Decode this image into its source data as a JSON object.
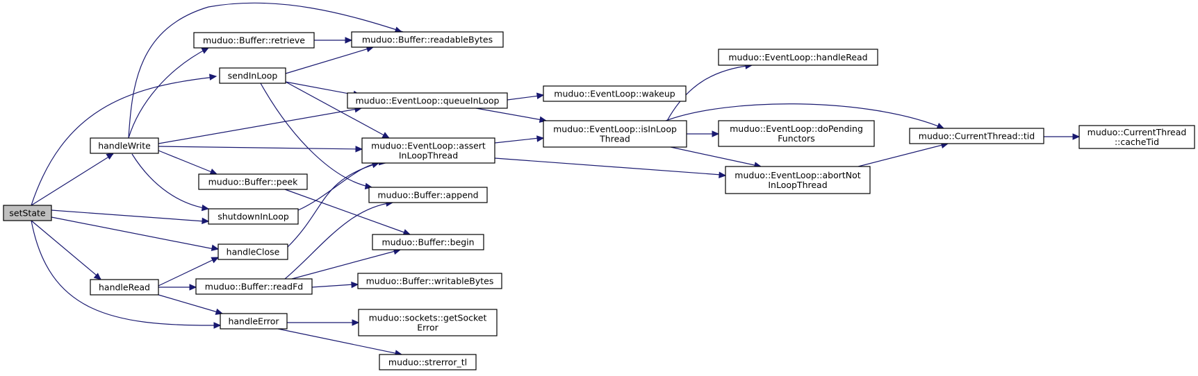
{
  "graph": {
    "nodes": [
      {
        "id": "setState",
        "lines": [
          "setState"
        ],
        "root": true
      },
      {
        "id": "handleWrite",
        "lines": [
          "handleWrite"
        ]
      },
      {
        "id": "handleRead",
        "lines": [
          "handleRead"
        ]
      },
      {
        "id": "retrieve",
        "lines": [
          "muduo::Buffer::retrieve"
        ]
      },
      {
        "id": "readableBytes",
        "lines": [
          "muduo::Buffer::readableBytes"
        ]
      },
      {
        "id": "sendInLoop",
        "lines": [
          "sendInLoop"
        ]
      },
      {
        "id": "queueInLoop",
        "lines": [
          "muduo::EventLoop::queueInLoop"
        ]
      },
      {
        "id": "wakeup",
        "lines": [
          "muduo::EventLoop::wakeup"
        ]
      },
      {
        "id": "handleReadEL",
        "lines": [
          "muduo::EventLoop::handleRead"
        ]
      },
      {
        "id": "assertInLoopThread",
        "lines": [
          "muduo::EventLoop::assert",
          "InLoopThread"
        ]
      },
      {
        "id": "isInLoopThread",
        "lines": [
          "muduo::EventLoop::isInLoop",
          "Thread"
        ]
      },
      {
        "id": "doPendingFunctors",
        "lines": [
          "muduo::EventLoop::doPending",
          "Functors"
        ]
      },
      {
        "id": "tid",
        "lines": [
          "muduo::CurrentThread::tid"
        ]
      },
      {
        "id": "cacheTid",
        "lines": [
          "muduo::CurrentThread",
          "::cacheTid"
        ]
      },
      {
        "id": "abortNotInLoopThread",
        "lines": [
          "muduo::EventLoop::abortNot",
          "InLoopThread"
        ]
      },
      {
        "id": "peek",
        "lines": [
          "muduo::Buffer::peek"
        ]
      },
      {
        "id": "append",
        "lines": [
          "muduo::Buffer::append"
        ]
      },
      {
        "id": "shutdownInLoop",
        "lines": [
          "shutdownInLoop"
        ]
      },
      {
        "id": "handleClose",
        "lines": [
          "handleClose"
        ]
      },
      {
        "id": "begin",
        "lines": [
          "muduo::Buffer::begin"
        ]
      },
      {
        "id": "readFd",
        "lines": [
          "muduo::Buffer::readFd"
        ]
      },
      {
        "id": "writableBytes",
        "lines": [
          "muduo::Buffer::writableBytes"
        ]
      },
      {
        "id": "handleError",
        "lines": [
          "handleError"
        ]
      },
      {
        "id": "getSocketError",
        "lines": [
          "muduo::sockets::getSocket",
          "Error"
        ]
      },
      {
        "id": "strerror_tl",
        "lines": [
          "muduo::strerror_tl"
        ]
      }
    ],
    "edges": [
      {
        "from": "setState",
        "to": "handleWrite"
      },
      {
        "from": "setState",
        "to": "sendInLoop"
      },
      {
        "from": "setState",
        "to": "shutdownInLoop"
      },
      {
        "from": "setState",
        "to": "handleClose"
      },
      {
        "from": "setState",
        "to": "handleRead"
      },
      {
        "from": "setState",
        "to": "handleError"
      },
      {
        "from": "handleWrite",
        "to": "readableBytes"
      },
      {
        "from": "handleWrite",
        "to": "retrieve"
      },
      {
        "from": "handleWrite",
        "to": "queueInLoop"
      },
      {
        "from": "handleWrite",
        "to": "assertInLoopThread"
      },
      {
        "from": "handleWrite",
        "to": "peek"
      },
      {
        "from": "handleWrite",
        "to": "shutdownInLoop"
      },
      {
        "from": "retrieve",
        "to": "readableBytes"
      },
      {
        "from": "sendInLoop",
        "to": "readableBytes"
      },
      {
        "from": "sendInLoop",
        "to": "queueInLoop"
      },
      {
        "from": "sendInLoop",
        "to": "assertInLoopThread"
      },
      {
        "from": "sendInLoop",
        "to": "append"
      },
      {
        "from": "queueInLoop",
        "to": "wakeup"
      },
      {
        "from": "queueInLoop",
        "to": "isInLoopThread"
      },
      {
        "from": "assertInLoopThread",
        "to": "isInLoopThread"
      },
      {
        "from": "assertInLoopThread",
        "to": "abortNotInLoopThread"
      },
      {
        "from": "isInLoopThread",
        "to": "handleReadEL"
      },
      {
        "from": "isInLoopThread",
        "to": "doPendingFunctors"
      },
      {
        "from": "isInLoopThread",
        "to": "abortNotInLoopThread"
      },
      {
        "from": "isInLoopThread",
        "to": "tid"
      },
      {
        "from": "abortNotInLoopThread",
        "to": "tid"
      },
      {
        "from": "tid",
        "to": "cacheTid"
      },
      {
        "from": "peek",
        "to": "begin"
      },
      {
        "from": "shutdownInLoop",
        "to": "assertInLoopThread"
      },
      {
        "from": "handleClose",
        "to": "assertInLoopThread"
      },
      {
        "from": "handleRead",
        "to": "handleClose"
      },
      {
        "from": "handleRead",
        "to": "readFd"
      },
      {
        "from": "handleRead",
        "to": "handleError"
      },
      {
        "from": "readFd",
        "to": "append"
      },
      {
        "from": "readFd",
        "to": "begin"
      },
      {
        "from": "readFd",
        "to": "writableBytes"
      },
      {
        "from": "handleError",
        "to": "getSocketError"
      },
      {
        "from": "handleError",
        "to": "strerror_tl"
      }
    ]
  }
}
